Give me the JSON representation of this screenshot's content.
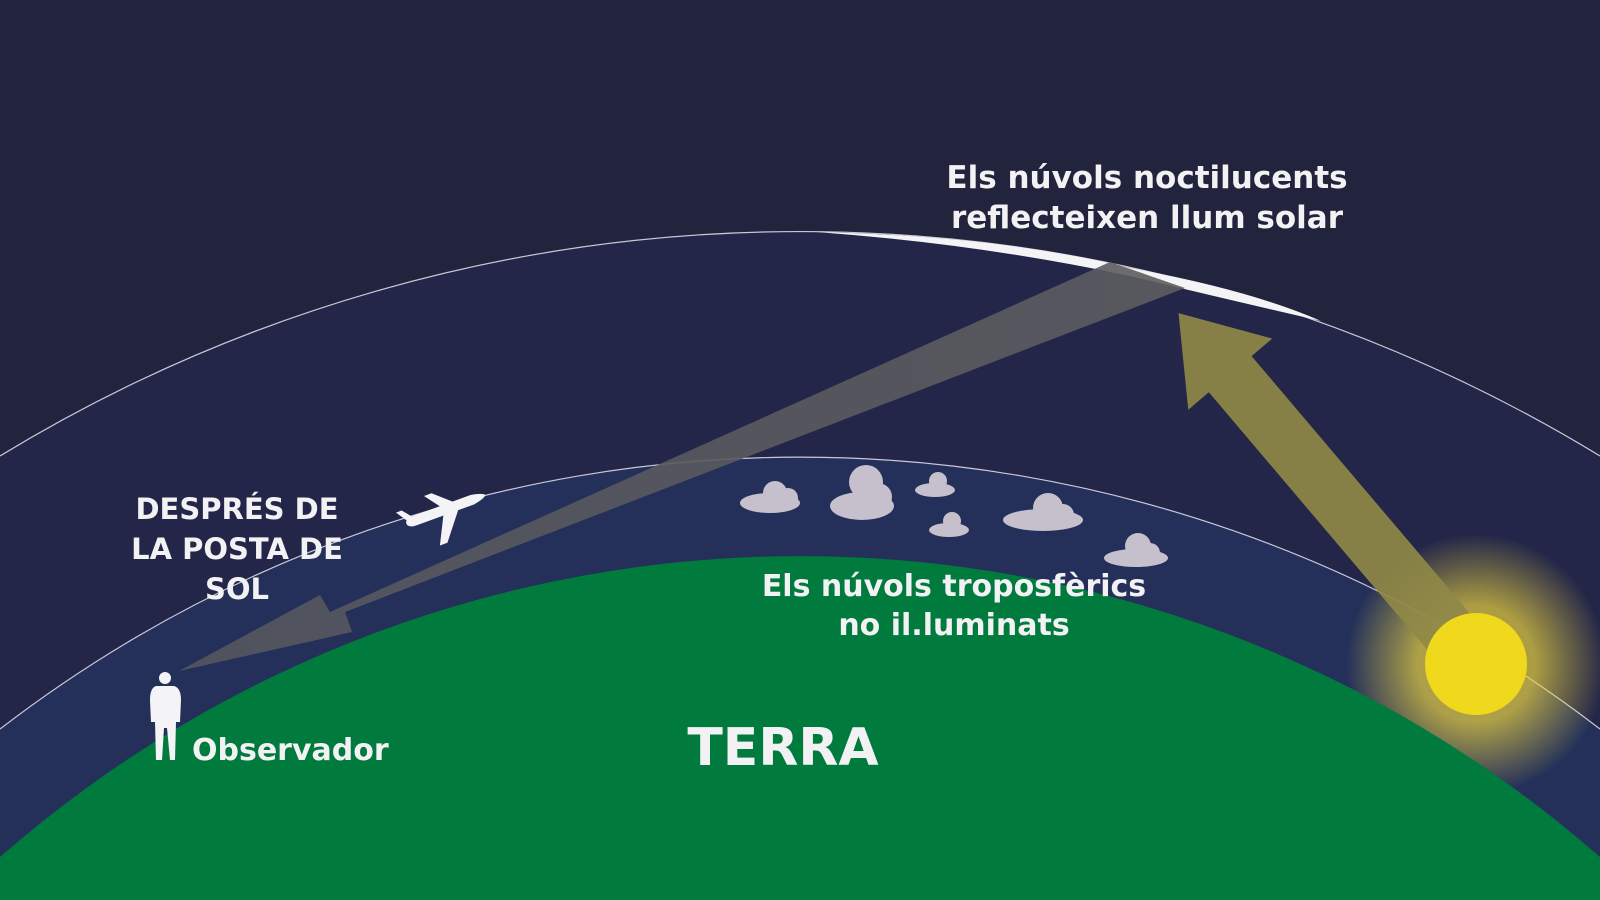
{
  "labels": {
    "noctilucent_line1": "Els núvols noctilucents",
    "noctilucent_line2": "reflecteixen llum solar",
    "after_sunset_line1": "DESPRÉS DE",
    "after_sunset_line2": "LA POSTA DE",
    "after_sunset_line3": "SOL",
    "tropospheric_line1": "Els núvols troposfèrics",
    "tropospheric_line2": "no il.luminats",
    "earth": "TERRA",
    "observer": "Observador"
  },
  "colors": {
    "space": "#22233c",
    "mesosphere": "#232649",
    "troposphere": "#24305a",
    "earth": "#007a3d",
    "sun": "#f0d81c",
    "sunlight_beam": "#8f8846",
    "reflected_beam": "#5a5a60",
    "clouds": "#c6c0cc"
  },
  "icons": [
    "airplane-icon",
    "person-icon",
    "sun-icon",
    "cloud-icon"
  ]
}
